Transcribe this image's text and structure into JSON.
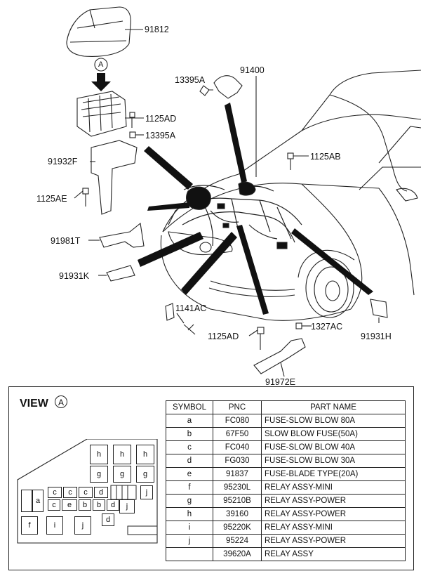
{
  "callouts": {
    "p91812": "91812",
    "p1125AD_top": "1125AD",
    "p13395A_left": "13395A",
    "p13395A_top": "13395A",
    "p91400": "91400",
    "p91932F": "91932F",
    "p1125AB": "1125AB",
    "p1125AE": "1125AE",
    "p91981T": "91981T",
    "p91931K": "91931K",
    "p1141AC": "1141AC",
    "p1125AD_bottom": "1125AD",
    "p1327AC": "1327AC",
    "p91931H": "91931H",
    "p91972E": "91972E",
    "arrow_marker": "A"
  },
  "view": {
    "title": "VIEW",
    "marker": "A"
  },
  "fuse_box": {
    "cells": [
      "h",
      "h",
      "h",
      "g",
      "g",
      "g",
      "a",
      "c",
      "c",
      "c",
      "d",
      "j",
      "c",
      "e",
      "b",
      "b",
      "d",
      "j",
      "f",
      "i",
      "j",
      "d"
    ]
  },
  "table": {
    "headers": [
      "SYMBOL",
      "PNC",
      "PART NAME"
    ],
    "rows": [
      [
        "a",
        "FC080",
        "FUSE-SLOW BLOW 80A"
      ],
      [
        "b",
        "67F50",
        "SLOW BLOW FUSE(50A)"
      ],
      [
        "c",
        "FC040",
        "FUSE-SLOW BLOW 40A"
      ],
      [
        "d",
        "FG030",
        "FUSE-SLOW BLOW 30A"
      ],
      [
        "e",
        "91837",
        "FUSE-BLADE TYPE(20A)"
      ],
      [
        "f",
        "95230L",
        "RELAY ASSY-MINI"
      ],
      [
        "g",
        "95210B",
        "RELAY ASSY-POWER"
      ],
      [
        "h",
        "39160",
        "RELAY ASSY-POWER"
      ],
      [
        "i",
        "95220K",
        "RELAY ASSY-MINI"
      ],
      [
        "j",
        "95224",
        "RELAY ASSY-POWER"
      ],
      [
        "",
        "39620A",
        "RELAY ASSY"
      ]
    ]
  }
}
